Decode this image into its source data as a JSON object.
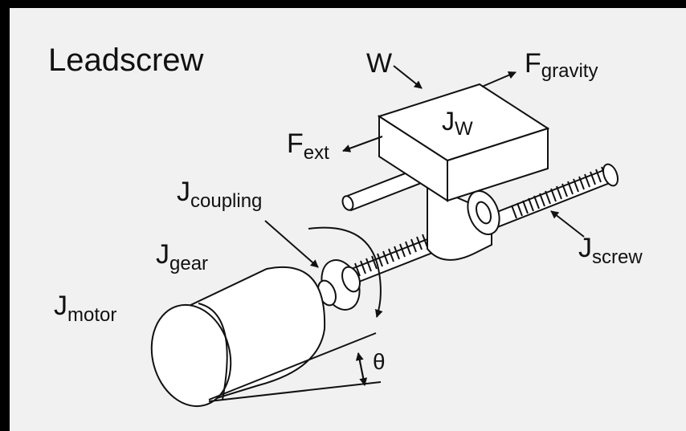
{
  "title": "Leadscrew",
  "labels": {
    "w": "W",
    "f_gravity_main": "F",
    "f_gravity_sub": "gravity",
    "j_w_main": "J",
    "j_w_sub": "W",
    "f_ext_main": "F",
    "f_ext_sub": "ext",
    "j_coupling_main": "J",
    "j_coupling_sub": "coupling",
    "j_gear_main": "J",
    "j_gear_sub": "gear",
    "j_motor_main": "J",
    "j_motor_sub": "motor",
    "j_screw_main": "J",
    "j_screw_sub": "screw",
    "theta": "θ"
  },
  "colors": {
    "outer_frame": "#000000",
    "background": "#f1f1f1",
    "ink": "#111111",
    "part_fill": "#ffffff"
  }
}
